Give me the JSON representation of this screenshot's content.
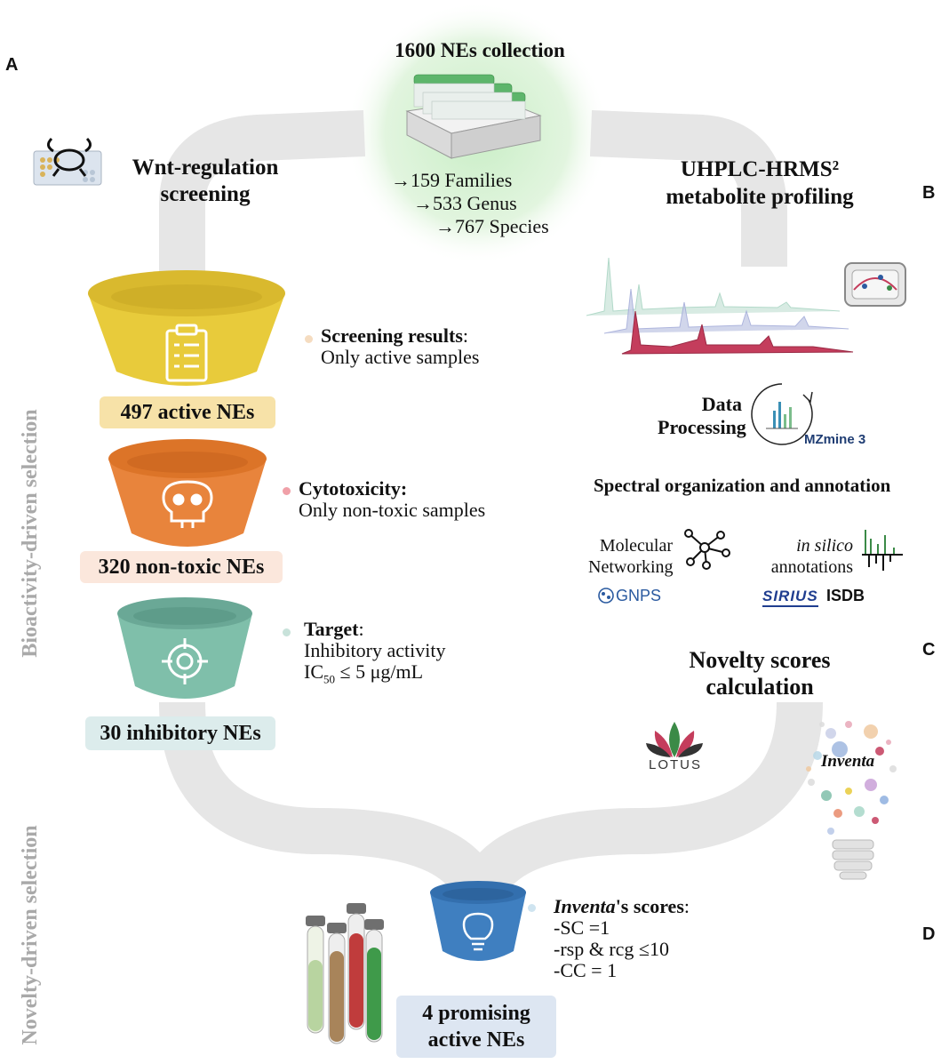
{
  "panels": {
    "a": "A",
    "b": "B",
    "c": "C",
    "d": "D"
  },
  "collection": {
    "title": "1600 NEs collection",
    "families": "→159 Families",
    "genus": "→533 Genus",
    "species": "→767 Species"
  },
  "wnt": {
    "line1": "Wnt-regulation",
    "line2": "screening"
  },
  "uhplc": {
    "line1": "UHPLC-HRMS²",
    "line2": "metabolite profiling"
  },
  "side_labels": {
    "bioactivity": "Bioactivity-driven selection",
    "novelty": "Novelty-driven selection"
  },
  "funnel1": {
    "box": "497 active NEs",
    "title": "Screening results",
    "title_suffix": ":",
    "desc": "Only active samples"
  },
  "funnel2": {
    "box": "320 non-toxic NEs",
    "title": "Cytotoxicity:",
    "desc": "Only non-toxic samples"
  },
  "funnel3": {
    "box": "30 inhibitory NEs",
    "title": "Target",
    "title_suffix": ":",
    "desc1": "Inhibitory activity",
    "desc2_pre": "IC",
    "desc2_sub": "50",
    "desc2_post": " ≤ 5 μg/mL"
  },
  "funnel4": {
    "box_line1": "4 promising",
    "box_line2": "active NEs",
    "title_em": "Inventa",
    "title_rest": "'s scores",
    "title_suffix": ":",
    "crit1": "-SC =1",
    "crit2": "-rsp & rcg ≤10",
    "crit3": "-CC = 1"
  },
  "processing": {
    "line1": "Data",
    "line2": "Processing",
    "mzmine": "MZmine 3"
  },
  "spectral": {
    "title": "Spectral organization and annotation",
    "mn1": "Molecular",
    "mn2": "Networking",
    "is1": "in silico",
    "is2": "annotations",
    "gnps": "GNPS",
    "sirius": "SIRIUS",
    "isdb": "ISDB"
  },
  "novelty": {
    "line1": "Novelty scores",
    "line2": "calculation",
    "lotus": "LOTUS",
    "inventa": "Inventa"
  },
  "colors": {
    "funnel1": "#e8cb3b",
    "funnel2": "#e8843c",
    "funnel3": "#7fbfaa",
    "funnel4": "#3f7fc0",
    "box1": "#f7e2a8",
    "box2": "#fbe7dc",
    "box3": "#dcecec",
    "box4": "#dde6f2",
    "track": "#e4e4e4"
  }
}
